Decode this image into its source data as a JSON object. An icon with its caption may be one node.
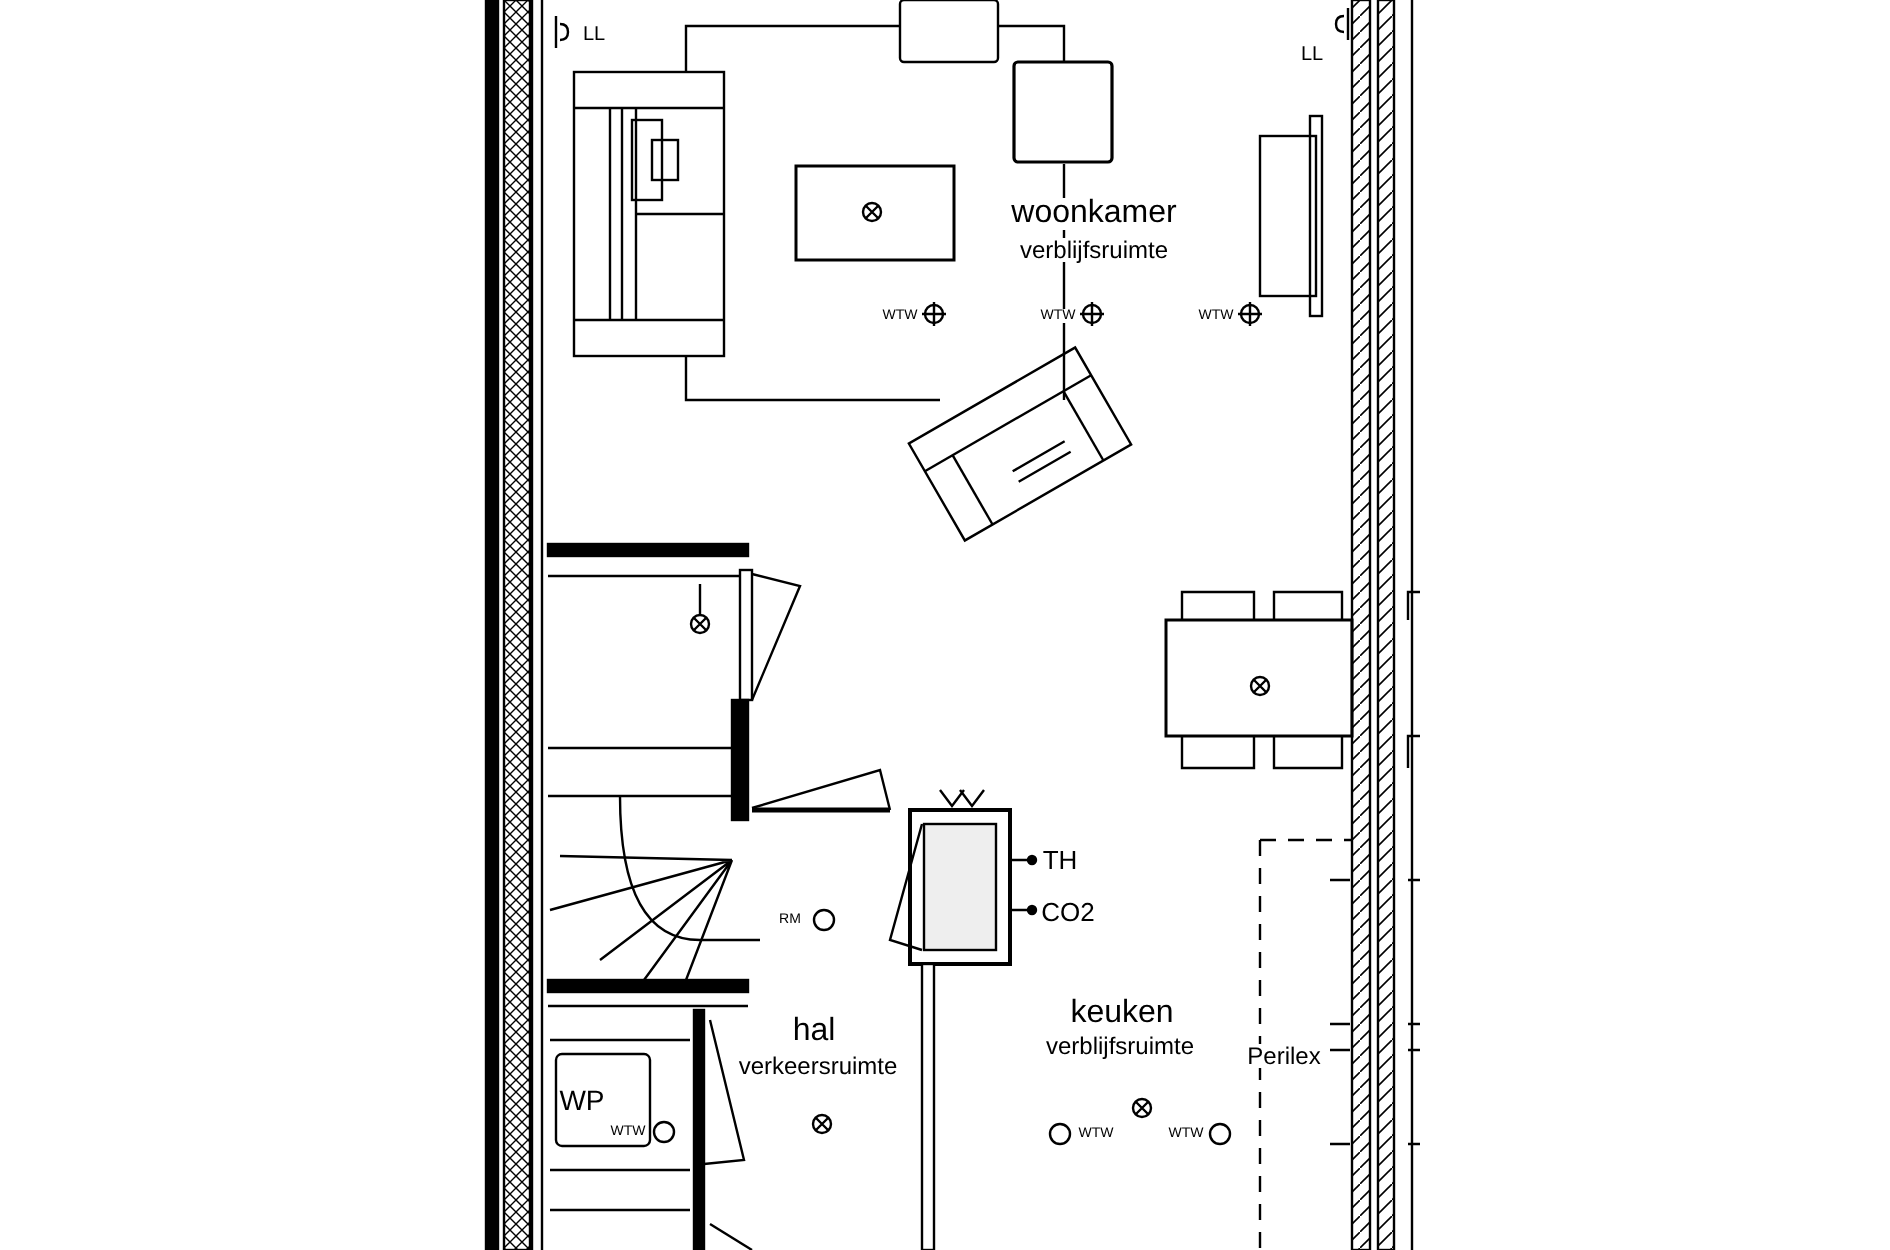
{
  "diagram": {
    "labels": [
      "LL",
      "LL",
      "woonkamer",
      "verblijfsruimte",
      "WTW",
      "WTW",
      "WTW",
      "RM",
      "TH",
      "CO2",
      "hal",
      "verkeersruimte",
      "keuken",
      "verblijfsruimte",
      "Perilex",
      "WP",
      "WTW",
      "WTW",
      "WTW"
    ]
  }
}
